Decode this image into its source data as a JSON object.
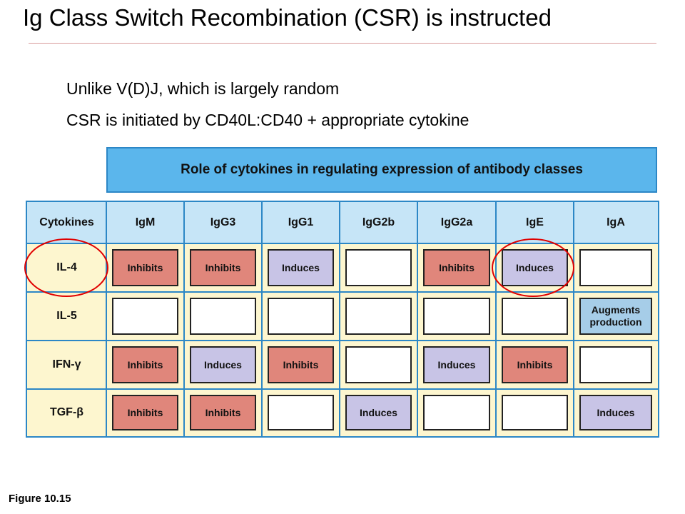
{
  "title": "Ig Class Switch Recombination (CSR) is instructed",
  "bullets": [
    "Unlike V(D)J, which is largely random",
    "CSR is initiated by CD40L:CD40 + appropriate cytokine"
  ],
  "table": {
    "banner": "Role of cytokines in regulating expression of antibody classes",
    "headers": [
      "Cytokines",
      "IgM",
      "IgG3",
      "IgG1",
      "IgG2b",
      "IgG2a",
      "IgE",
      "IgA"
    ],
    "rows": [
      {
        "label": "IL-4",
        "cells": [
          "Inhibits",
          "Inhibits",
          "Induces",
          "",
          "Inhibits",
          "Induces",
          ""
        ]
      },
      {
        "label": "IL-5",
        "cells": [
          "",
          "",
          "",
          "",
          "",
          "",
          "Augments production"
        ]
      },
      {
        "label": "IFN-γ",
        "cells": [
          "Inhibits",
          "Induces",
          "Inhibits",
          "",
          "Induces",
          "Inhibits",
          ""
        ]
      },
      {
        "label": "TGF-β",
        "cells": [
          "Inhibits",
          "Inhibits",
          "",
          "Induces",
          "",
          "",
          "Induces"
        ]
      }
    ]
  },
  "figure_label": "Figure 10.15",
  "colors": {
    "inhibits": "#e0867b",
    "induces": "#c8c4e6",
    "augments": "#a6cde8",
    "banner": "#5bb6ec",
    "grid_background": "#fdf6cf",
    "annotation_circle": "#e00000"
  }
}
